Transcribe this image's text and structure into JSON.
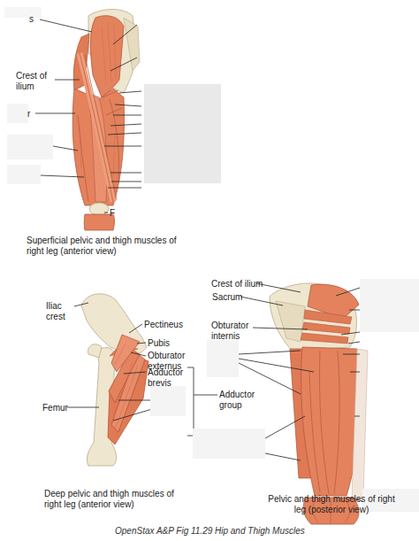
{
  "diagram": {
    "caption": "OpenStax A&P Fig 11.29 Hip and Thigh Muscles",
    "labels": [
      "s",
      "Crest of ilium",
      "r",
      "F",
      "Superficial pelvic and thigh muscles of right leg (anterior view)",
      "Iliac crest",
      "Pectineus",
      "Pubis",
      "Obturator externus",
      "Adductor brevis",
      "Adductor group",
      "Femur",
      "Deep pelvic and thigh muscles of right leg (anterior view)",
      "Crest of ilium",
      "Sacrum",
      "Obturator internis",
      "Pelvic and thigh muscles of right leg (posterior view)"
    ]
  }
}
